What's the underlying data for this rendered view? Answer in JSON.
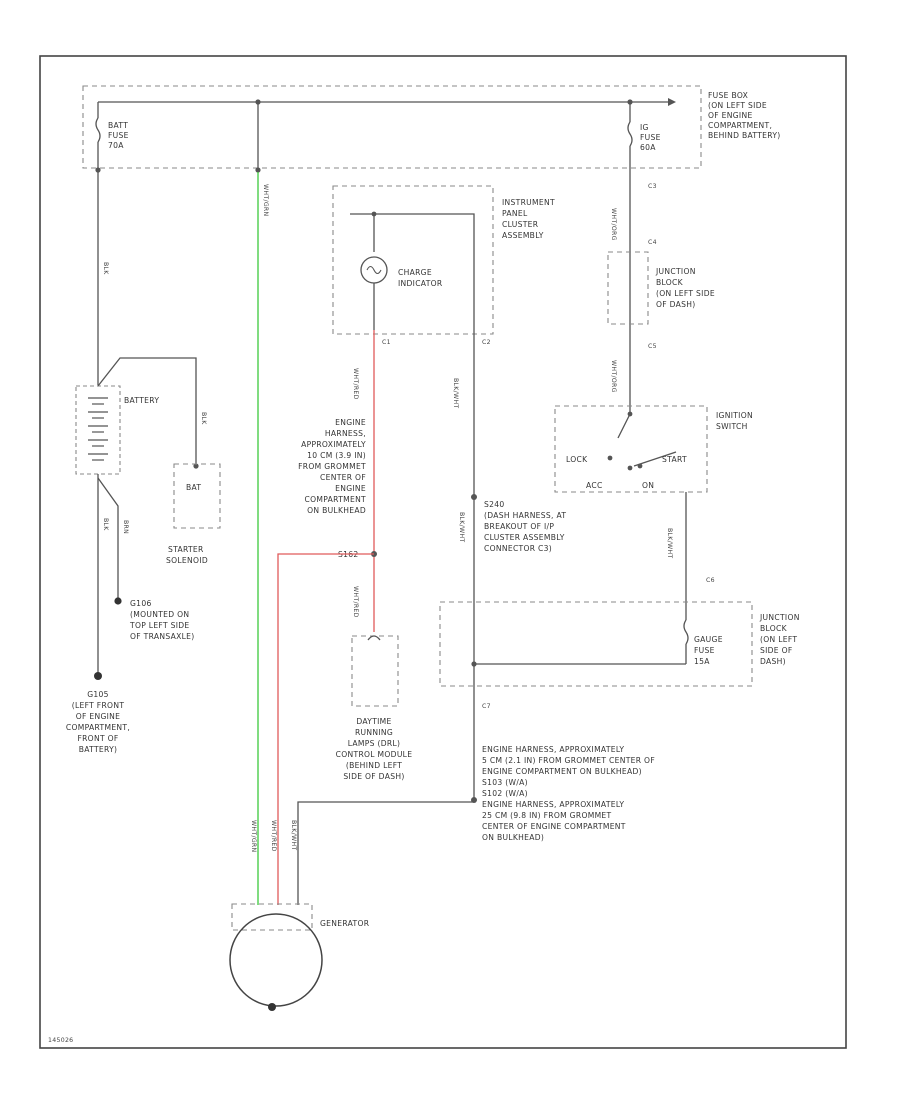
{
  "colors": {
    "green_wire": "#3cc93c",
    "red_wire": "#e05a5a",
    "wire": "#555555",
    "frame": "#444444"
  },
  "fuse_box": [
    "FUSE BOX",
    "(ON LEFT SIDE",
    "OF ENGINE",
    "COMPARTMENT,",
    "BEHIND BATTERY)"
  ],
  "batt_fuse": [
    "BATT",
    "FUSE",
    "70A"
  ],
  "ig_fuse": [
    "IG",
    "FUSE",
    "60A"
  ],
  "instrument_cluster": [
    "INSTRUMENT",
    "PANEL",
    "CLUSTER",
    "ASSEMBLY"
  ],
  "charge_indicator": [
    "CHARGE",
    "INDICATOR"
  ],
  "junction_block_top": [
    "JUNCTION",
    "BLOCK",
    "(ON LEFT SIDE",
    "OF DASH)"
  ],
  "ignition_switch": [
    "IGNITION",
    "SWITCH"
  ],
  "switch_positions": {
    "lock": "LOCK",
    "acc": "ACC",
    "on": "ON",
    "start": "START"
  },
  "battery": "BATTERY",
  "starter": {
    "terminal": "BAT",
    "label": [
      "STARTER",
      "SOLENOID"
    ]
  },
  "ground_g106": [
    "G106",
    "(MOUNTED ON",
    "TOP LEFT SIDE",
    "OF TRANSAXLE)"
  ],
  "ground_g105": [
    "G105",
    "(LEFT FRONT",
    "OF ENGINE",
    "COMPARTMENT,",
    "FRONT OF",
    "BATTERY)"
  ],
  "harness_note": [
    "ENGINE",
    "HARNESS,",
    "APPROXIMATELY",
    "10 CM (3.9 IN)",
    "FROM GROMMET",
    "CENTER OF",
    "ENGINE",
    "COMPARTMENT",
    "ON BULKHEAD"
  ],
  "splice_s162": "S162",
  "drl_module": [
    "DAYTIME",
    "RUNNING",
    "LAMPS (DRL)",
    "CONTROL MODULE",
    "(BEHIND LEFT",
    "SIDE OF DASH)"
  ],
  "splice_s240": [
    "S240",
    "(DASH HARNESS, AT",
    "BREAKOUT OF I/P",
    "CLUSTER ASSEMBLY",
    "CONNECTOR C3)"
  ],
  "junction_block_bottom": [
    "JUNCTION",
    "BLOCK",
    "(ON LEFT",
    "SIDE OF",
    "DASH)"
  ],
  "gauge_fuse": [
    "GAUGE",
    "FUSE",
    "15A"
  ],
  "harness_notes_bottom": [
    "ENGINE HARNESS, APPROXIMATELY",
    "5 CM (2.1 IN) FROM GROMMET CENTER OF",
    "ENGINE COMPARTMENT ON BULKHEAD)",
    "S103 (W/A)",
    "S102 (W/A)",
    "ENGINE HARNESS, APPROXIMATELY",
    "25 CM (9.8 IN) FROM GROMMET",
    "CENTER OF ENGINE COMPARTMENT",
    "ON BULKHEAD)"
  ],
  "generator": "GENERATOR",
  "wire_labels": {
    "wht_green": "WHT/GRN",
    "blk_1": "BLK",
    "blk_2": "BLK",
    "blk_3": "BLK",
    "wht_org_1": "WHT/ORG",
    "wht_org_2": "WHT/ORG",
    "wht_red_1": "WHT/RED",
    "wht_red_2": "WHT/RED",
    "blk_wht_1": "BLK/WHT",
    "blk_wht_2": "BLK/WHT",
    "blk_wht_3": "BLK/WHT",
    "gen_1": "WHT/GRN",
    "gen_2": "WHT/RED",
    "gen_3": "BLK/WHT",
    "brn": "BRN"
  },
  "connectors": {
    "c1": "C1",
    "c2": "C2",
    "c3": "C3",
    "c4": "C4",
    "c5": "C5",
    "c6": "C6",
    "c7": "C7"
  },
  "diagram_code": "145026"
}
